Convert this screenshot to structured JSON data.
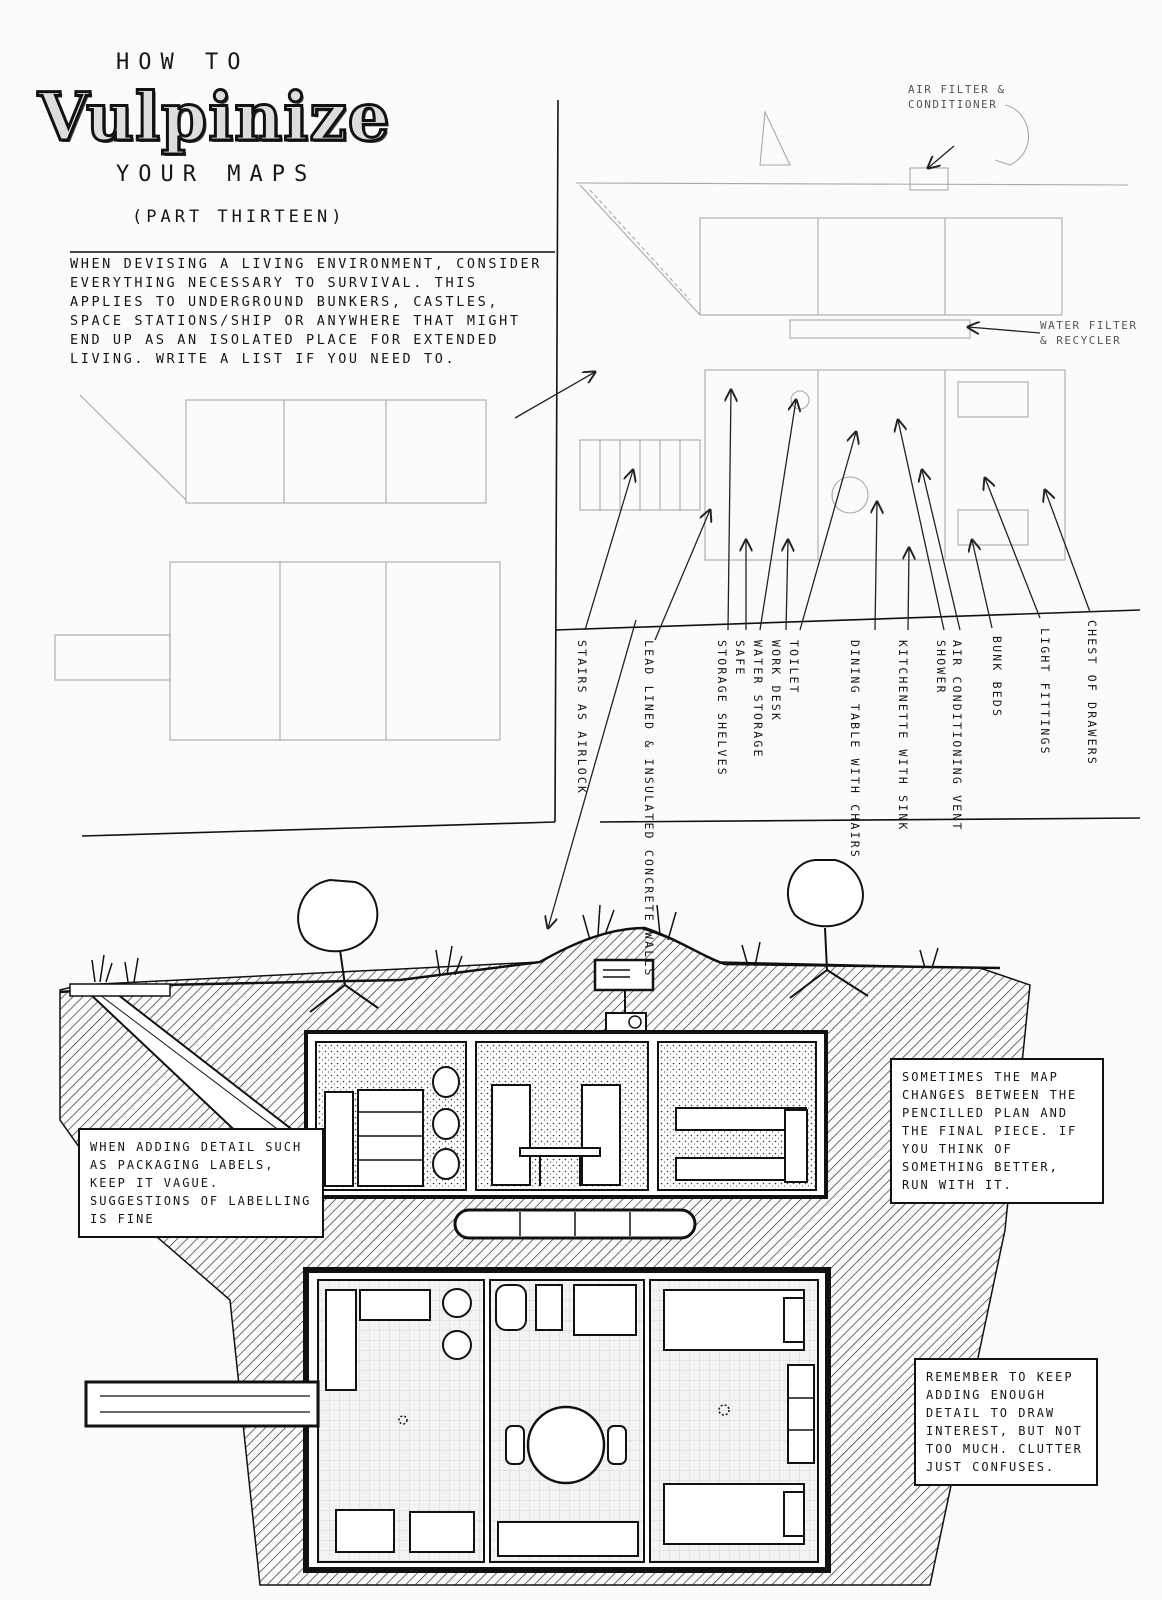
{
  "title": {
    "line1": "How to",
    "main": "Vulpinize",
    "line3": "Your maps",
    "part": "(Part Thirteen)"
  },
  "intro_text": "When devising a living environment, consider everything necessary to survival. This applies to underground bunkers, castles, space stations/ship or anywhere that might end up as an isolated place for extended living. Write a list if you need to.",
  "sketch_callouts": {
    "air_filter": "Air filter & conditioner",
    "water_filter": "Water filter & recycler"
  },
  "plan_labels": [
    "Stairs as airlock",
    "Lead lined & insulated concrete walls",
    "Storage shelves",
    "Safe",
    "Water storage",
    "Work desk",
    "Toilet",
    "Dining table with chairs",
    "Kitchenette with sink",
    "Shower",
    "Air conditioning vent",
    "Bunk beds",
    "Light fittings",
    "Chest of drawers"
  ],
  "notes": {
    "labels_note": "When adding detail such as packaging labels, keep it vague. Suggestions of labelling is fine",
    "map_changes_note": "Sometimes the map changes between the pencilled plan and the final piece. If you think of something better, run with it.",
    "detail_note": "Remember to keep adding enough detail to draw interest, but not too much. Clutter just confuses."
  },
  "colors": {
    "ink": "#111111",
    "pencil": "#9a9a9a",
    "paper": "#fbfbfa"
  }
}
